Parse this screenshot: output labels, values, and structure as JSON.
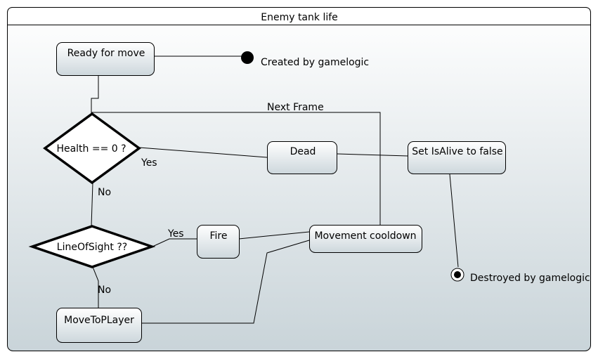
{
  "diagram": {
    "title": "Enemy tank life",
    "start_label": "Created by gamelogic",
    "end_label": "Destroyed by gamelogic",
    "nodes": {
      "ready": "Ready for move",
      "health_check": "Health == 0 ?",
      "dead": "Dead",
      "set_is_alive": "Set IsAlive to false",
      "line_of_sight": "LineOfSight ??",
      "fire": "Fire",
      "movement_cooldown": "Movement cooldown",
      "move_to_player": "MoveToPLayer"
    },
    "edge_labels": {
      "next_frame": "Next Frame",
      "health_yes": "Yes",
      "health_no": "No",
      "los_yes": "Yes",
      "los_no": "No"
    },
    "colors": {
      "frame_gradient_top": "#ffffff",
      "frame_gradient_bottom": "#c9d4d9",
      "node_gradient_top": "#ffffff",
      "node_gradient_bottom": "#cdd7dc",
      "line": "#000000"
    }
  }
}
